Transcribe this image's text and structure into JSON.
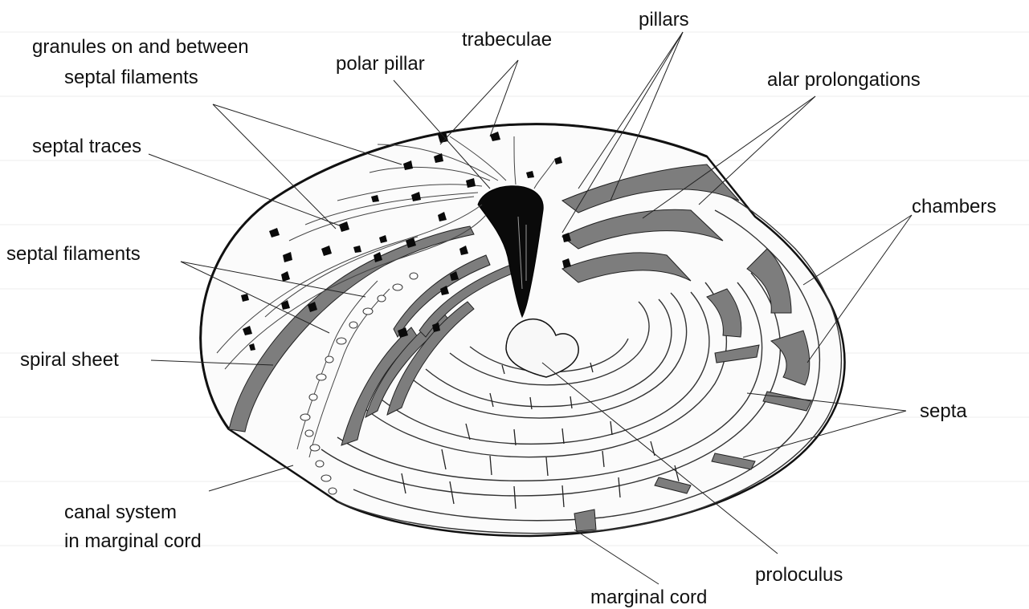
{
  "labels": {
    "granules_line1": "granules on and between",
    "granules_line2": "septal filaments",
    "polar_pillar": "polar pillar",
    "trabeculae": "trabeculae",
    "pillars": "pillars",
    "alar_prolongations": "alar prolongations",
    "septal_traces": "septal traces",
    "chambers": "chambers",
    "septal_filaments": "septal filaments",
    "spiral_sheet": "spiral sheet",
    "septa": "septa",
    "canal_line1": "canal system",
    "canal_line2": "in marginal cord",
    "proloculus": "proloculus",
    "marginal_cord": "marginal cord"
  },
  "colors": {
    "background": "#ffffff",
    "outline": "#111111",
    "sheet_gray": "#7d7d7d",
    "pillar_black": "#0a0a0a",
    "cord_light": "#f4f4f4"
  }
}
